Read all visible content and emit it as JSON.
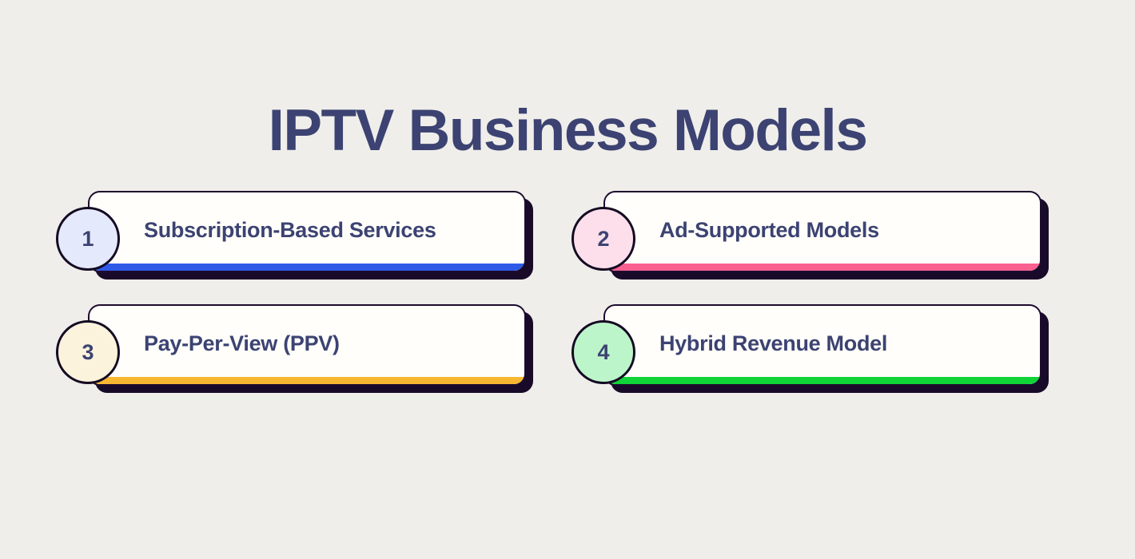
{
  "page": {
    "title": "IPTV Business Models",
    "background_color": "#efeeea",
    "title_color": "#3c4372"
  },
  "theme": {
    "card_fill": "#fffefa",
    "card_border": "#1d0c2e",
    "card_shadow": "#180a28",
    "text_color": "#3c4372"
  },
  "cards": [
    {
      "number": "1",
      "label": "Subscription-Based Services",
      "circle_fill": "#e4e9fb",
      "accent_color": "#2f5ae8"
    },
    {
      "number": "2",
      "label": "Ad-Supported Models",
      "circle_fill": "#fcdfeb",
      "accent_color": "#f9608f"
    },
    {
      "number": "3",
      "label": "Pay-Per-View (PPV)",
      "circle_fill": "#fcf3dc",
      "accent_color": "#f7b731"
    },
    {
      "number": "4",
      "label": "Hybrid Revenue Model",
      "circle_fill": "#bdf5cb",
      "accent_color": "#0fd337"
    }
  ]
}
